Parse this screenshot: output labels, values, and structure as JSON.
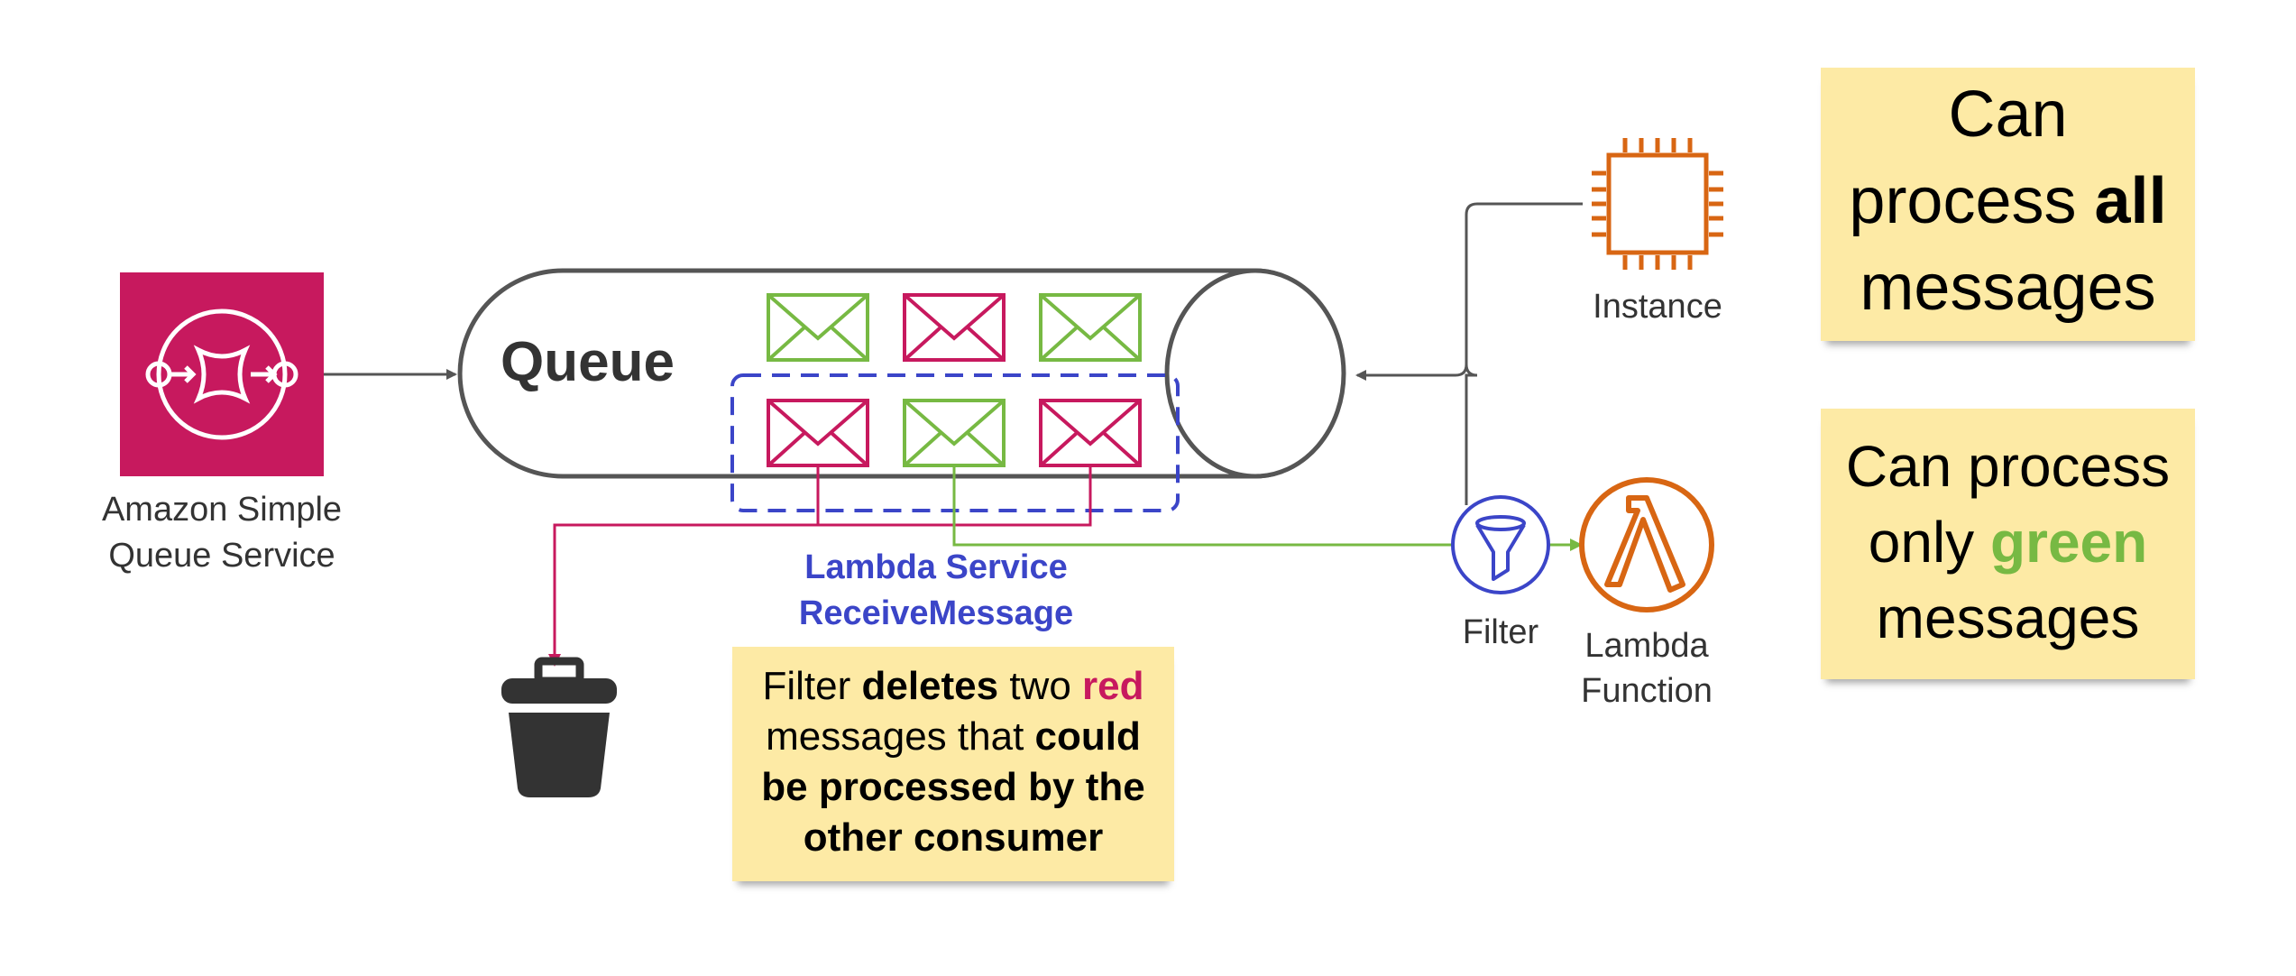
{
  "sqs": {
    "label_line1": "Amazon Simple",
    "label_line2": "Queue Service"
  },
  "queue": {
    "title": "Queue"
  },
  "lambda_service": {
    "line1": "Lambda Service",
    "line2": "ReceiveMessage"
  },
  "instance": {
    "label": "Instance"
  },
  "filter": {
    "label": "Filter"
  },
  "lambda_function": {
    "label_line1": "Lambda",
    "label_line2": "Function"
  },
  "note_filter": {
    "t1": "Filter ",
    "b1": "deletes",
    "t2": " two ",
    "red": "red",
    "t3": "messages that ",
    "b2": "could",
    "b3": "be processed by the",
    "b4": "other consumer"
  },
  "note_all": {
    "line1": "Can",
    "line2a": "process ",
    "line2b": "all",
    "line3": "messages"
  },
  "note_green": {
    "line1": "Can process",
    "line2a": "only ",
    "line2b": "green",
    "line3": "messages"
  },
  "colors": {
    "sqs_pink": "#c7195e",
    "message_green": "#77b943",
    "message_red": "#c7195e",
    "lambda_blue": "#3b45c8",
    "aws_orange": "#d86613",
    "line_gray": "#555555",
    "note_yellow": "#fdeaa5"
  },
  "icons": {
    "sqs": "sqs-icon",
    "instance": "ec2-chip-icon",
    "filter": "funnel-icon",
    "lambda": "lambda-icon",
    "trash": "trash-bin-icon",
    "message": "envelope-icon"
  }
}
